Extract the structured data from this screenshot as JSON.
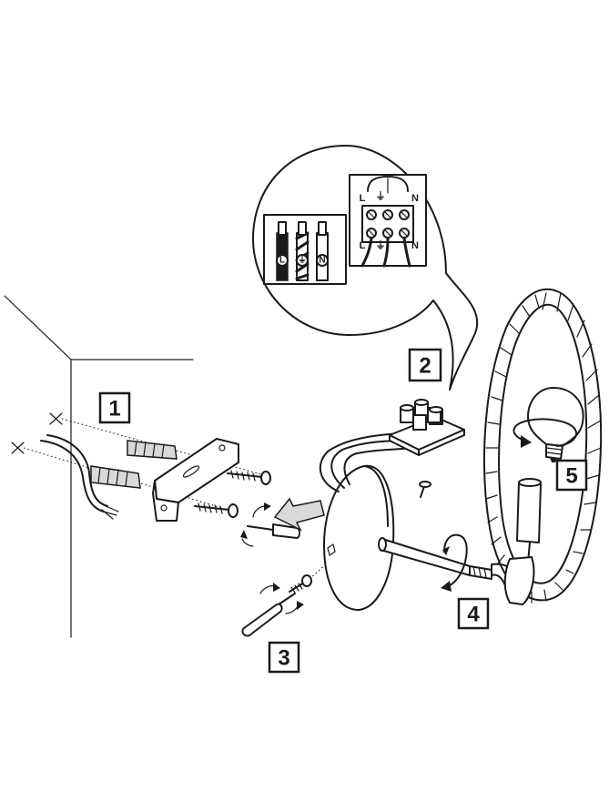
{
  "steps": [
    {
      "number": "1"
    },
    {
      "number": "2"
    },
    {
      "number": "3"
    },
    {
      "number": "4"
    },
    {
      "number": "5"
    }
  ],
  "wiring_detail": {
    "wire_labels": [
      "L",
      "⏚",
      "N"
    ],
    "terminal_top_labels": [
      "L",
      "⏚",
      "N"
    ],
    "terminal_bottom_labels": [
      "L",
      "⏚",
      "N"
    ]
  },
  "colors": {
    "line": "#1a1a1a",
    "background": "#ffffff",
    "shade": "#d9d9d9"
  }
}
